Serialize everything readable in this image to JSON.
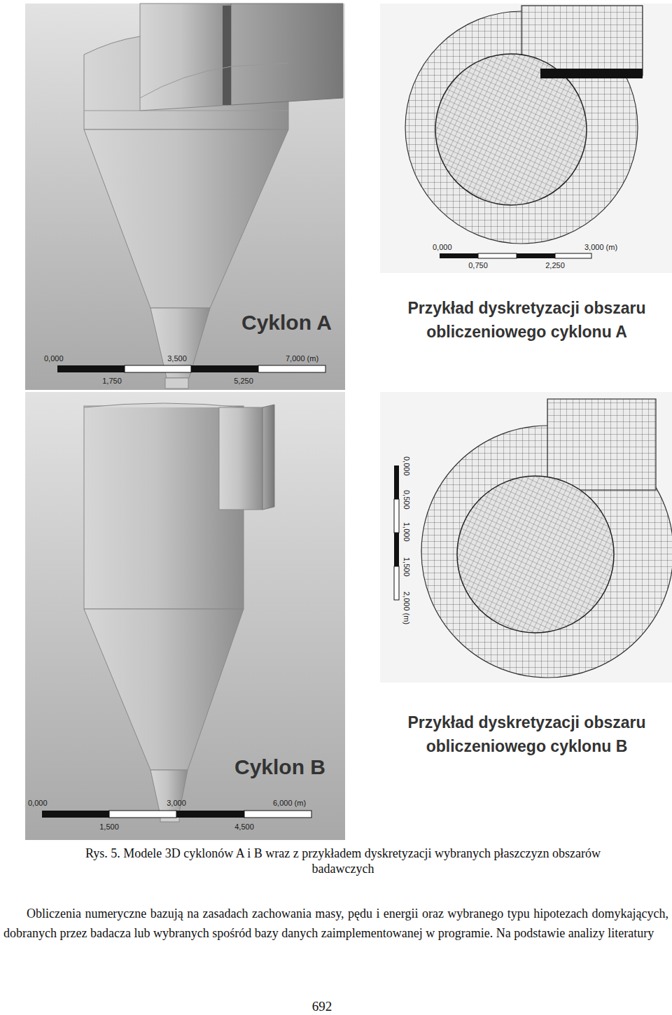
{
  "diagram": {
    "caption": "Rys. 5. Modele 3D cyklonów A i B wraz z przykładem dyskretyzacji wybranych płaszczyzn obszarów badawczych",
    "labels": [
      "Cyklon A",
      "0,000",
      "3,500",
      "7,000 (m)",
      "1,750",
      "5,250",
      "0,000",
      "3,000 (m)",
      "0,750",
      "2,250",
      "Przykład dyskretyzacji obszaru obliczeniowego cyklonu A",
      "0,000",
      "0,500",
      "1,000",
      "1,500",
      "2,000 (m)",
      "Przykład dyskretyzacji obszaru obliczeniowego cyklonu B",
      "Cyklon B",
      "0,000",
      "3,000",
      "6,000 (m)",
      "1,500",
      "4,500",
      "Obliczenia numeryczne bazują na zasadach zachowania masy, pędu i energii oraz wybranego typu hipotezach domykających, dobranych przez badacza lub wybranych spośród bazy danych zaimplementowanej w programie. Na podstawie analizy literatury",
      "692"
    ]
  }
}
